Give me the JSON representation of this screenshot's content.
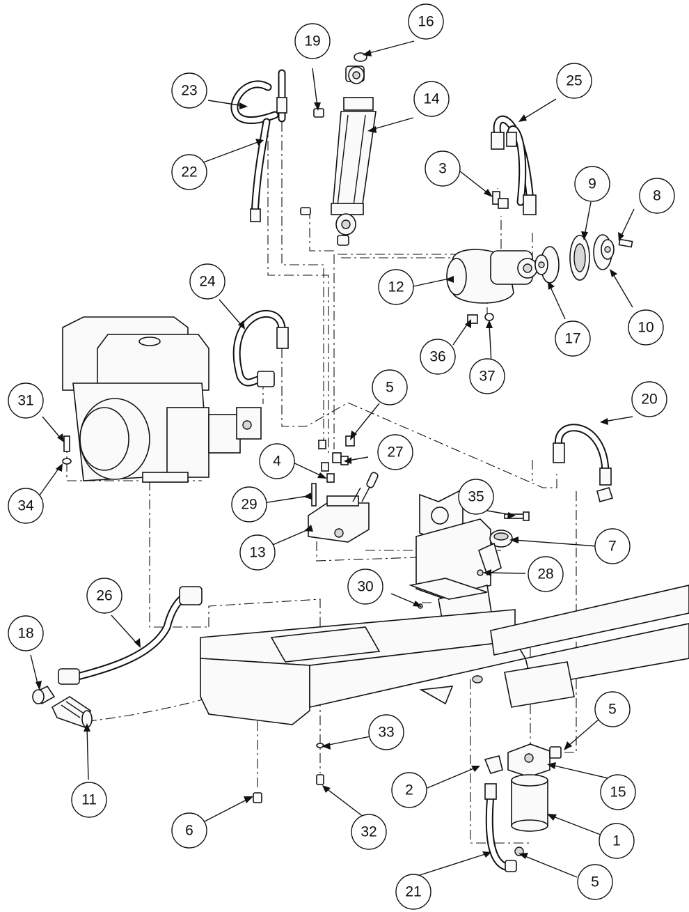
{
  "callouts": [
    {
      "id": "c1",
      "label": "1"
    },
    {
      "id": "c2",
      "label": "2"
    },
    {
      "id": "c3",
      "label": "3"
    },
    {
      "id": "c4",
      "label": "4"
    },
    {
      "id": "c5a",
      "label": "5"
    },
    {
      "id": "c5b",
      "label": "5"
    },
    {
      "id": "c5c",
      "label": "5"
    },
    {
      "id": "c6",
      "label": "6"
    },
    {
      "id": "c7",
      "label": "7"
    },
    {
      "id": "c8",
      "label": "8"
    },
    {
      "id": "c9",
      "label": "9"
    },
    {
      "id": "c10",
      "label": "10"
    },
    {
      "id": "c11",
      "label": "11"
    },
    {
      "id": "c12",
      "label": "12"
    },
    {
      "id": "c13",
      "label": "13"
    },
    {
      "id": "c14",
      "label": "14"
    },
    {
      "id": "c15",
      "label": "15"
    },
    {
      "id": "c16",
      "label": "16"
    },
    {
      "id": "c17",
      "label": "17"
    },
    {
      "id": "c18",
      "label": "18"
    },
    {
      "id": "c19",
      "label": "19"
    },
    {
      "id": "c20",
      "label": "20"
    },
    {
      "id": "c21",
      "label": "21"
    },
    {
      "id": "c22",
      "label": "22"
    },
    {
      "id": "c23",
      "label": "23"
    },
    {
      "id": "c24",
      "label": "24"
    },
    {
      "id": "c25",
      "label": "25"
    },
    {
      "id": "c26",
      "label": "26"
    },
    {
      "id": "c27",
      "label": "27"
    },
    {
      "id": "c28",
      "label": "28"
    },
    {
      "id": "c29",
      "label": "29"
    },
    {
      "id": "c30",
      "label": "30"
    },
    {
      "id": "c31",
      "label": "31"
    },
    {
      "id": "c32",
      "label": "32"
    },
    {
      "id": "c33",
      "label": "33"
    },
    {
      "id": "c34",
      "label": "34"
    },
    {
      "id": "c35",
      "label": "35"
    },
    {
      "id": "c36",
      "label": "36"
    },
    {
      "id": "c37",
      "label": "37"
    }
  ]
}
